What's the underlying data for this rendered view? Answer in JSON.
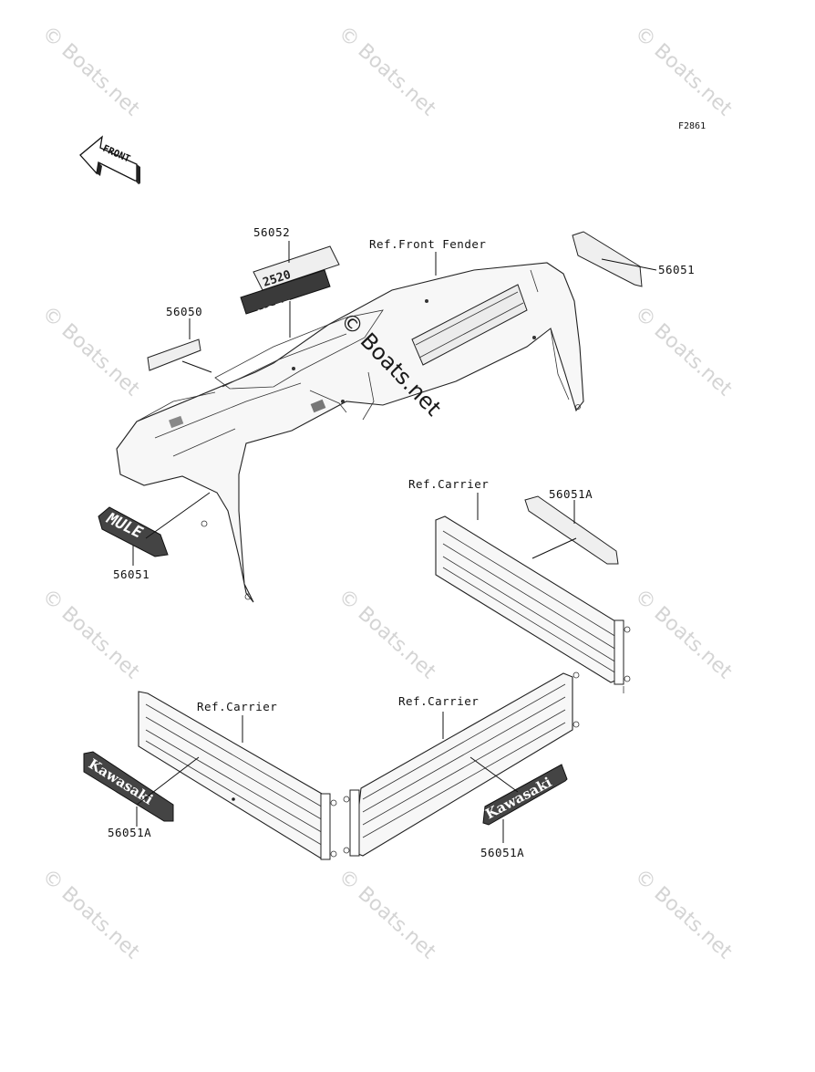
{
  "figure_code": "F2861",
  "front_arrow": {
    "label": "FRONT"
  },
  "watermark": {
    "text": "© Boats.net"
  },
  "callouts": {
    "fender_ref": "Ref.Front Fender",
    "carrier_ref_right": "Ref.Carrier",
    "carrier_ref_left": "Ref.Carrier",
    "carrier_ref_center": "Ref.Carrier",
    "p56052": "56052",
    "p56050": "56050",
    "p56051_top": "56051",
    "p56051_mule": "56051",
    "p56051a_right": "56051A",
    "p56051a_left": "56051A",
    "p56051a_center": "56051A"
  },
  "decals": {
    "mule_upper": "MULE",
    "mule_model": "2520",
    "mule_side": "MULE",
    "kawasaki_left": "Kawasaki",
    "kawasaki_right": "Kawasaki"
  }
}
